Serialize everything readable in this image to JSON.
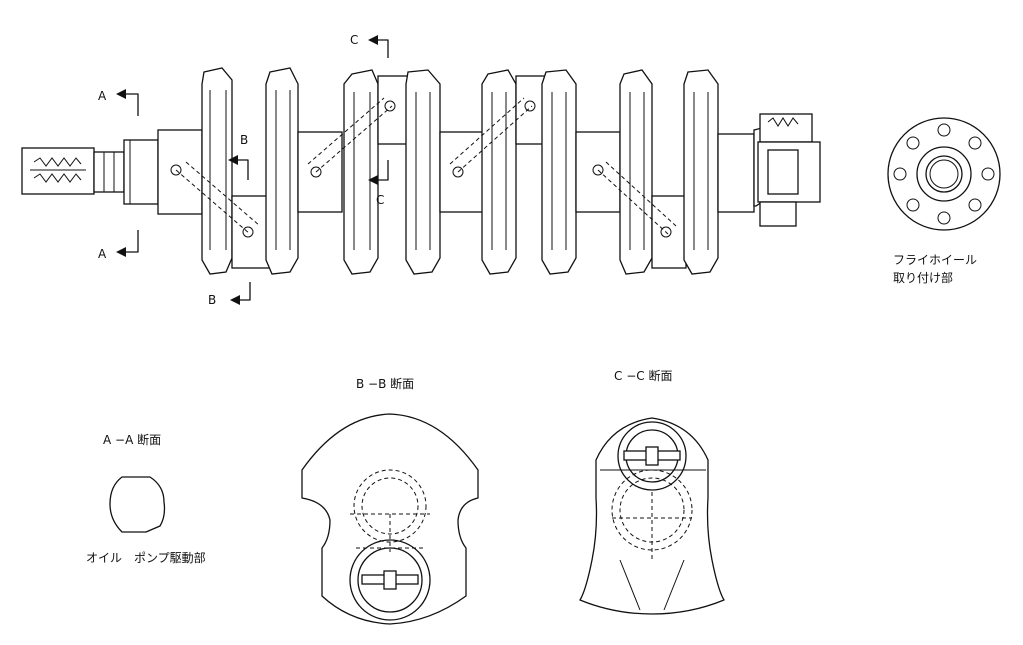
{
  "section_marks": {
    "a_top": "A",
    "a_bottom": "A",
    "b_top": "B",
    "b_bottom": "B",
    "c_top": "C",
    "c_bottom": "C"
  },
  "flywheel_caption": {
    "line1": "フライホイール",
    "line2": "取り付け部"
  },
  "captions": {
    "aa_title": "A −A 断面",
    "aa_sub": "オイル　ポンプ駆動部",
    "bb_title": "B −B 断面",
    "cc_title": "C −C 断面"
  }
}
